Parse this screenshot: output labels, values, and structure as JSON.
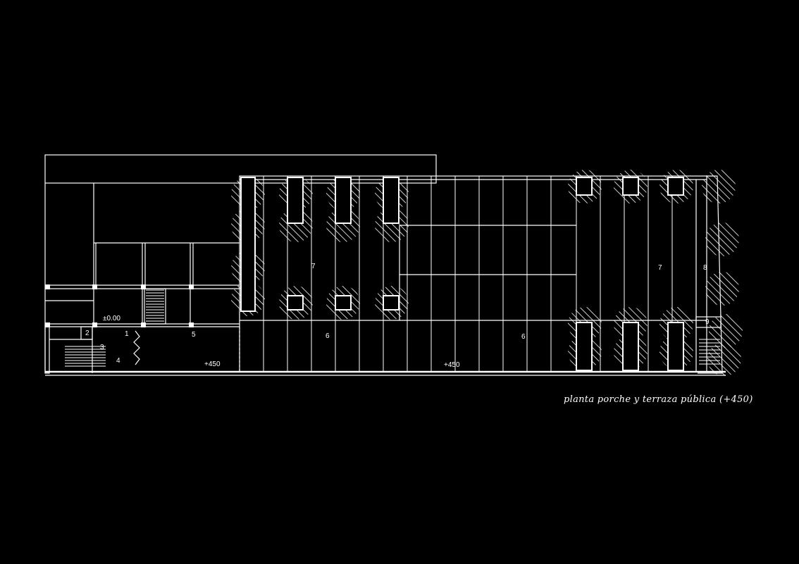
{
  "drawing": {
    "caption": "planta porche y terraza pública (+450)",
    "colors": {
      "background": "#000000",
      "line": "#ffffff"
    },
    "room_labels": {
      "r1": "1",
      "r2": "2",
      "r3": "3",
      "r4": "4",
      "r5": "5",
      "r6a": "6",
      "r6b": "6",
      "r7a": "7",
      "r7b": "7",
      "r8": "8",
      "r9": "9"
    },
    "level_labels": {
      "ground": "±0.00",
      "terrace_left": "+450",
      "terrace_mid": "+450"
    }
  }
}
